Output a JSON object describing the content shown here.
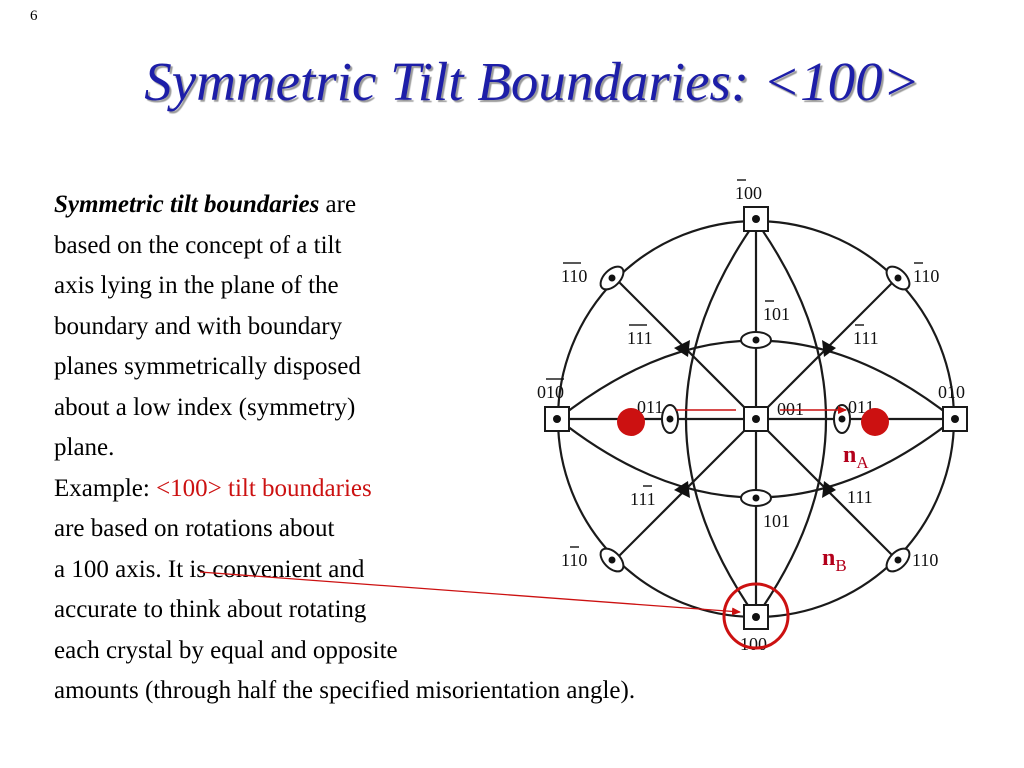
{
  "slide_number": "6",
  "title": "Symmetric Tilt Boundaries: <100>",
  "body": {
    "emphasis": "Symmetric tilt boundaries",
    "line1_rest": " are",
    "line2": "based on the concept of a tilt",
    "line3": "axis lying in the plane of the",
    "line4": "boundary and with boundary",
    "line5": "planes symmetrically disposed",
    "line6": "about a low index (symmetry)",
    "line7": "plane.",
    "example_prefix": "Example: ",
    "example_highlight": "<100> tilt boundaries",
    "line9": "are based on rotations about",
    "line10": "a 100 axis.  It is convenient and",
    "line11": "accurate to think about rotating",
    "line12": "each crystal by equal and opposite",
    "line13": "amounts (through half the specified misorientation angle)."
  },
  "stereogram": {
    "labels": {
      "top": "100",
      "bottom": "100",
      "left": "010",
      "right": "010",
      "center": "001",
      "upper_left_110": "110",
      "upper_right_110": "110",
      "lower_left_110": "110",
      "lower_right_110": "110",
      "upper_left_111": "111",
      "upper_right_111": "111",
      "lower_left_111": "111",
      "lower_right_111": "111",
      "upper_101": "101",
      "lower_101": "101",
      "left_011": "011",
      "right_011": "011"
    },
    "nA": "n",
    "nA_sub": "A",
    "nB": "n",
    "nB_sub": "B",
    "accent_color": "#cc1111"
  }
}
